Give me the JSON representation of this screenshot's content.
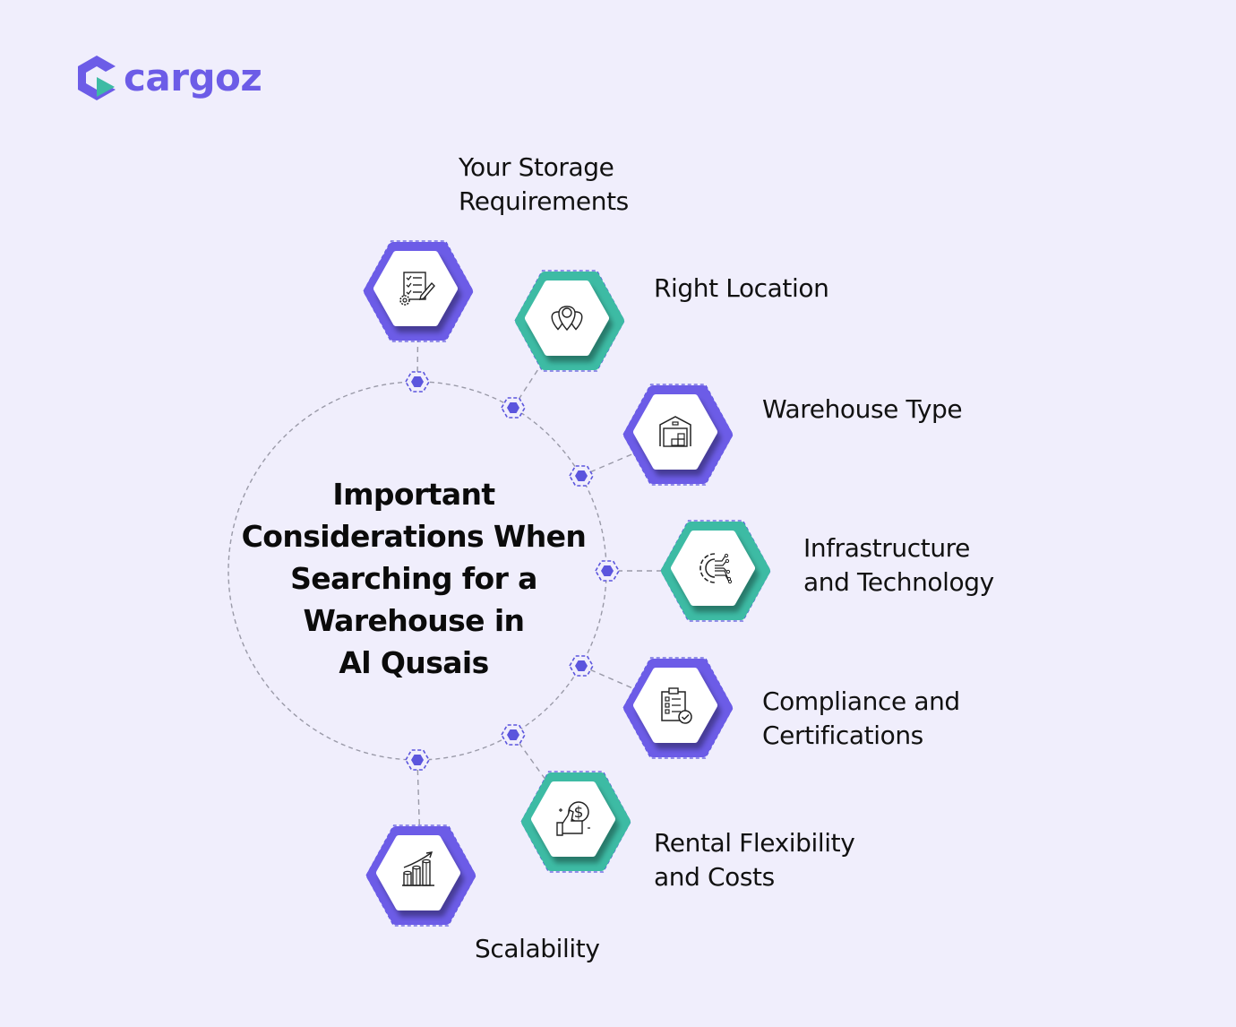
{
  "brand": {
    "name": "cargoz",
    "colors": {
      "purple": "#6c5ce7",
      "teal": "#3dbba4",
      "background": "#f0eefc",
      "node": "#5b55dd",
      "connector": "#9a9aa8"
    }
  },
  "title": "Important Considerations When Searching for a Warehouse in Al Qusais",
  "title_lines": [
    "Important",
    "Considerations When",
    "Searching for a",
    "Warehouse in",
    "Al Qusais"
  ],
  "items": [
    {
      "label": "Your Storage\nRequirements",
      "icon": "checklist-gear-icon",
      "accent": "purple"
    },
    {
      "label": "Right Location",
      "icon": "location-pins-icon",
      "accent": "teal"
    },
    {
      "label": "Warehouse Type",
      "icon": "warehouse-icon",
      "accent": "purple"
    },
    {
      "label": "Infrastructure\nand Technology",
      "icon": "gear-circuit-icon",
      "accent": "teal"
    },
    {
      "label": "Compliance and\nCertifications",
      "icon": "clipboard-check-icon",
      "accent": "purple"
    },
    {
      "label": "Rental Flexibility\nand Costs",
      "icon": "thumbs-up-dollar-icon",
      "accent": "teal"
    },
    {
      "label": "Scalability",
      "icon": "growth-chart-icon",
      "accent": "purple"
    }
  ]
}
